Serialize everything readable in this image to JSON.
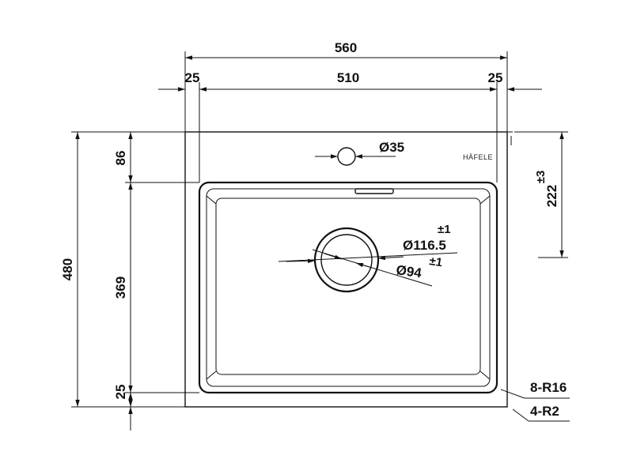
{
  "dimensions": {
    "overall_width": "560",
    "left_margin": "25",
    "bowl_width": "510",
    "right_margin": "25",
    "overall_height": "480",
    "top_margin": "86",
    "bowl_height": "369",
    "bottom_margin": "25",
    "drain_offset": "222",
    "drain_offset_tol": "±3",
    "tap_hole": "Ø35",
    "drain_outer": "Ø116.5",
    "drain_outer_tol": "±1",
    "drain_inner": "Ø94",
    "drain_inner_tol": "±1",
    "inner_radius": "8-R16",
    "outer_radius": "4-R2"
  },
  "brand": "HÄFELE"
}
